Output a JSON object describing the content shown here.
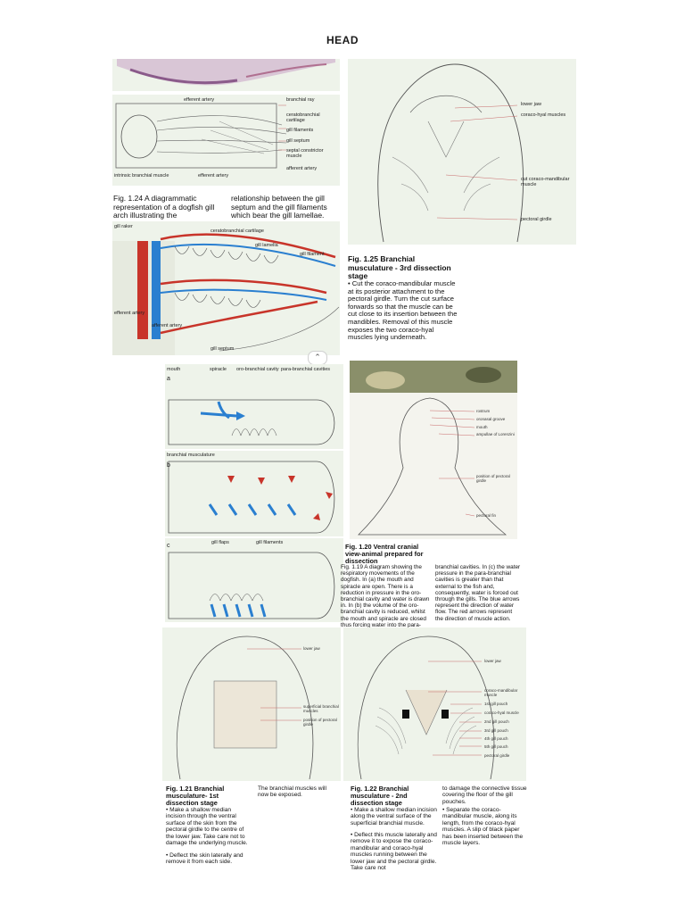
{
  "page_title": "HEAD",
  "fig124": {
    "labels": {
      "efferent_artery_top": "efferent artery",
      "branchial_ray": "branchial ray",
      "ceratobranchial": "ceratobranchial cartilage",
      "gill_filaments": "gill filaments",
      "gill_septum": "gill septum",
      "septal_constrictor": "septal constrictor muscle",
      "afferent_artery": "afferent artery",
      "intrinsic_branchial": "intrinsic branchial muscle",
      "efferent_artery_bottom": "efferent artery"
    },
    "caption_left": "Fig. 1.24 A diagrammatic representation of a dogfish gill arch illustrating the",
    "caption_right": "relationship between the gill septum and the gill filaments which bear the gill lamellae."
  },
  "fig_gill": {
    "labels": {
      "gill_raker": "gill raker",
      "ceratobranchial": "ceratobranchial  cartilage",
      "gill_lamella": "gill lamella",
      "gill_filament": "gill filament",
      "efferent_artery": "efferent artery",
      "afferent_artery": "afferent artery",
      "gill_septum": "gill  septum"
    }
  },
  "fig125": {
    "labels": {
      "lower_jaw": "lower jaw",
      "coraco_hyal": "coraco-hyal muscles",
      "cut_coraco": "cut coraco-mandibular muscle",
      "pectoral_girdle": "pectoral girdle"
    },
    "caption_head": "Fig. 1.25 Branchial musculature - 3rd dissection stage",
    "text": "Cut the coraco-mandibular muscle at its posterior attachment to the pectoral girdle. Turn the cut surface forwards so that the muscle can be cut close to its insertion between the mandibles. Removal of this muscle exposes the two coraco-hyal muscles lying underneath."
  },
  "fig119": {
    "labels": {
      "mouth": "mouth",
      "spiracle": "spiracle",
      "oro_cavity": "oro-branchial cavity",
      "para_cavities": "para-branchial cavities",
      "a": "a",
      "branchial_musculature": "branchial  musculature",
      "b": "b",
      "c": "c",
      "gill_flaps": "gill flaps",
      "gill_filaments": "gill filaments"
    },
    "text_left": "Fig. 1.19 A diagram showing the respiratory movements of the dogfish. In (a) the mouth and spiracle are open. There is a reduction in pressure in the oro-branchial cavity and water is drawn in. In (b) the volume of the oro-branchial cavity is reduced, whilst the mouth and spiracle are closed thus forcing water into the para-",
    "text_right": "branchial cavities. In (c) the water pressure in the para-branchial cavities is greater than that external to the fish and, consequently, water is forced out through the gills. The blue arrows represent the direction of water flow. The red arrows represent the direction of muscle action."
  },
  "fig120": {
    "labels": {
      "rostrum": "rostrum",
      "oronasal": "oronasal groove",
      "mouth": "mouth",
      "ampullae": "ampullae of Lorenzini",
      "position_girdle": "position of pectoral girdle",
      "pectoral_fin": "pectoral fin"
    },
    "caption": "Fig. 1.20 Ventral cranial view-animal prepared for dissection"
  },
  "fig121": {
    "labels": {
      "lower_jaw": "lower jaw",
      "superficial": "superficial branchial muscles",
      "position_girdle": "position of pectoral girdle"
    },
    "caption_head": "Fig. 1.21 Branchial musculature- 1st dissection stage",
    "bullet1": "Make a shallow median incision through the ventral surface of the skin from the pectoral girdle to the centre of the lower jaw. Take care not to damage the underlying muscle.",
    "bullet2": "Deflect the skin laterally and remove it from each side.",
    "text_right": "The branchial muscles will now be exposed."
  },
  "fig122": {
    "labels": {
      "lower_jaw": "lower jaw",
      "coraco_mand": "coraco-mandibular muscle",
      "pouch1": "1st gill pouch",
      "coraco_hyal": "coraco-hyal muscle",
      "pouch2": "2nd gill pouch",
      "pouch3": "3rd gill pouch",
      "pouch4": "4th gill pouch",
      "pouch5": "5th gill pouch",
      "pectoral_girdle": "pectoral girdle"
    },
    "caption_head": "Fig. 1.22 Branchial musculature - 2nd dissection stage",
    "bullet1": "Make a shallow median incision along the ventral surface of the superficial branchial muscle.",
    "bullet2": "Deflect this muscle laterally and remove it to expose the coraco-mandibular and coraco-hyal muscles running between the lower jaw and the pectoral girdle. Take care not",
    "text_right1": "to damage the connective tissue covering the floor of the gill pouches.",
    "text_right2": "Separate the coraco-mandibular muscle, along its length, from the coraco-hyal muscles. A slip of black paper has been inserted between the muscle layers."
  },
  "colors": {
    "panel": "#eef3ea",
    "artery_red": "#c8342a",
    "water_blue": "#2a7fd0",
    "line": "#555555",
    "leader": "#c86a6a"
  }
}
